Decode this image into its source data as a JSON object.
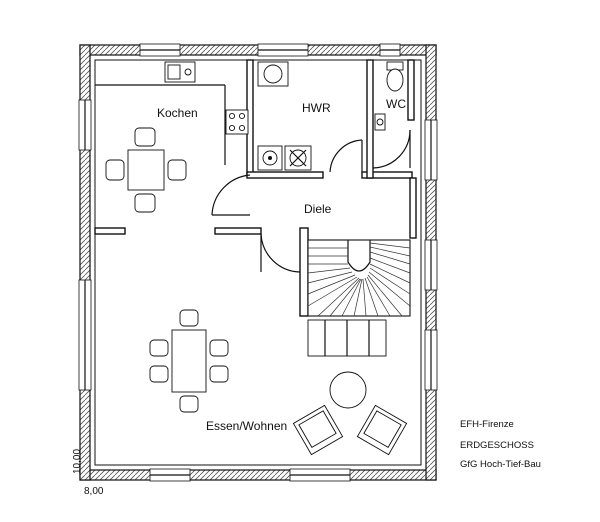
{
  "rooms": {
    "kitchen": "Kochen",
    "utility": "HWR",
    "wc": "WC",
    "hall": "Diele",
    "living": "Essen/Wohnen"
  },
  "info": {
    "line1": "EFH-Firenze",
    "line2": "ERDGESCHOSS",
    "line3": "GfG Hoch-Tief-Bau"
  },
  "dimensions": {
    "height": "10,00",
    "width": "8,00"
  }
}
